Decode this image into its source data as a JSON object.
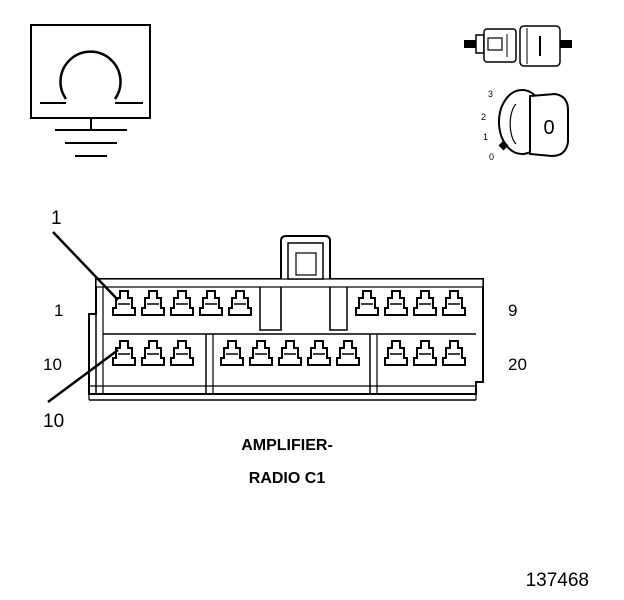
{
  "connector": {
    "name_line1": "AMPLIFIER-",
    "name_line2": "RADIO C1",
    "pin_callout_top": "1",
    "pin_callout_bottom": "10",
    "row1_left": "1",
    "row1_right": "9",
    "row2_left": "10",
    "row2_right": "20",
    "top_row_pin_count": 9,
    "bottom_row_pin_count": 11
  },
  "ignition_switch": {
    "positions": [
      "3",
      "2",
      "1",
      "0"
    ],
    "key_label": "0"
  },
  "figure_number": "137468",
  "icons": {
    "meter": "ohmmeter-ground-icon",
    "connector_symbol": "disconnected-connector-icon",
    "ignition": "ignition-key-off-icon"
  }
}
